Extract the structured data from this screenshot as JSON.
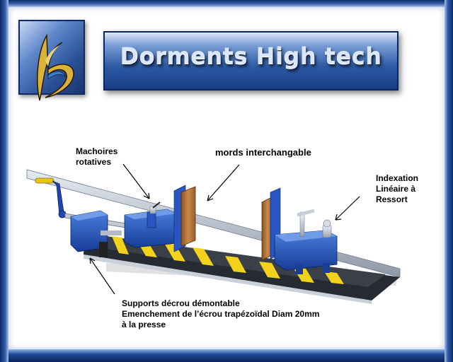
{
  "banner": {
    "title": "Dorments High tech"
  },
  "logo": {
    "icon": "stylized-d-logo-icon"
  },
  "annotations": {
    "machoires": [
      "Machoires",
      "rotatives"
    ],
    "mords": "mords interchangable",
    "indexation": [
      "Indexation",
      "Linéaire à",
      "Ressort"
    ],
    "supports": [
      "Supports décrou démontable",
      "Emenchement de l’écrou trapézoïdal Diam 20mm",
      "à la presse"
    ]
  },
  "colors": {
    "frame": "#1f4a99",
    "machine_blue": "#1f4fb8",
    "stripe_yellow": "#f2d21a",
    "wood": "#b9763a"
  }
}
